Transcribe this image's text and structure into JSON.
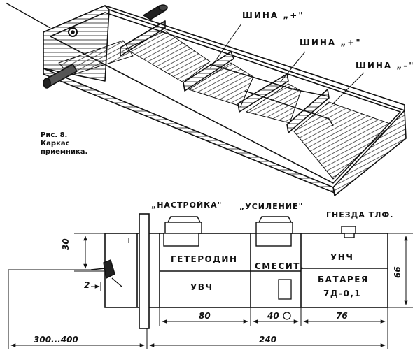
{
  "perspective": {
    "bus_labels": [
      "ШИНА „+\"",
      "ШИНА „+\"",
      "ШИНА „–\""
    ],
    "caption_lines": [
      "Рис. 8.",
      "Каркас",
      "приемника."
    ]
  },
  "plan": {
    "control_labels": {
      "tuning": "„НАСТРОЙКА\"",
      "gain": "„УСИЛЕНИЕ\"",
      "phone_jacks": "ГНЕЗДА ТЛФ."
    },
    "modules": {
      "heterodyne": "ГЕТЕРОДИН",
      "mixer": "СМЕСИТ.",
      "audio_amp": "УНЧ",
      "if_amp": "УВЧ",
      "battery_line1": "БАТАРЕЯ",
      "battery_line2": "7Д-0,1"
    },
    "dimensions": {
      "left_height": "30",
      "right_height": "66",
      "antenna_offset": "2",
      "section_1": "80",
      "section_2": "40",
      "section_3": "76",
      "total_length": "240",
      "lead_length": "300...400"
    }
  }
}
